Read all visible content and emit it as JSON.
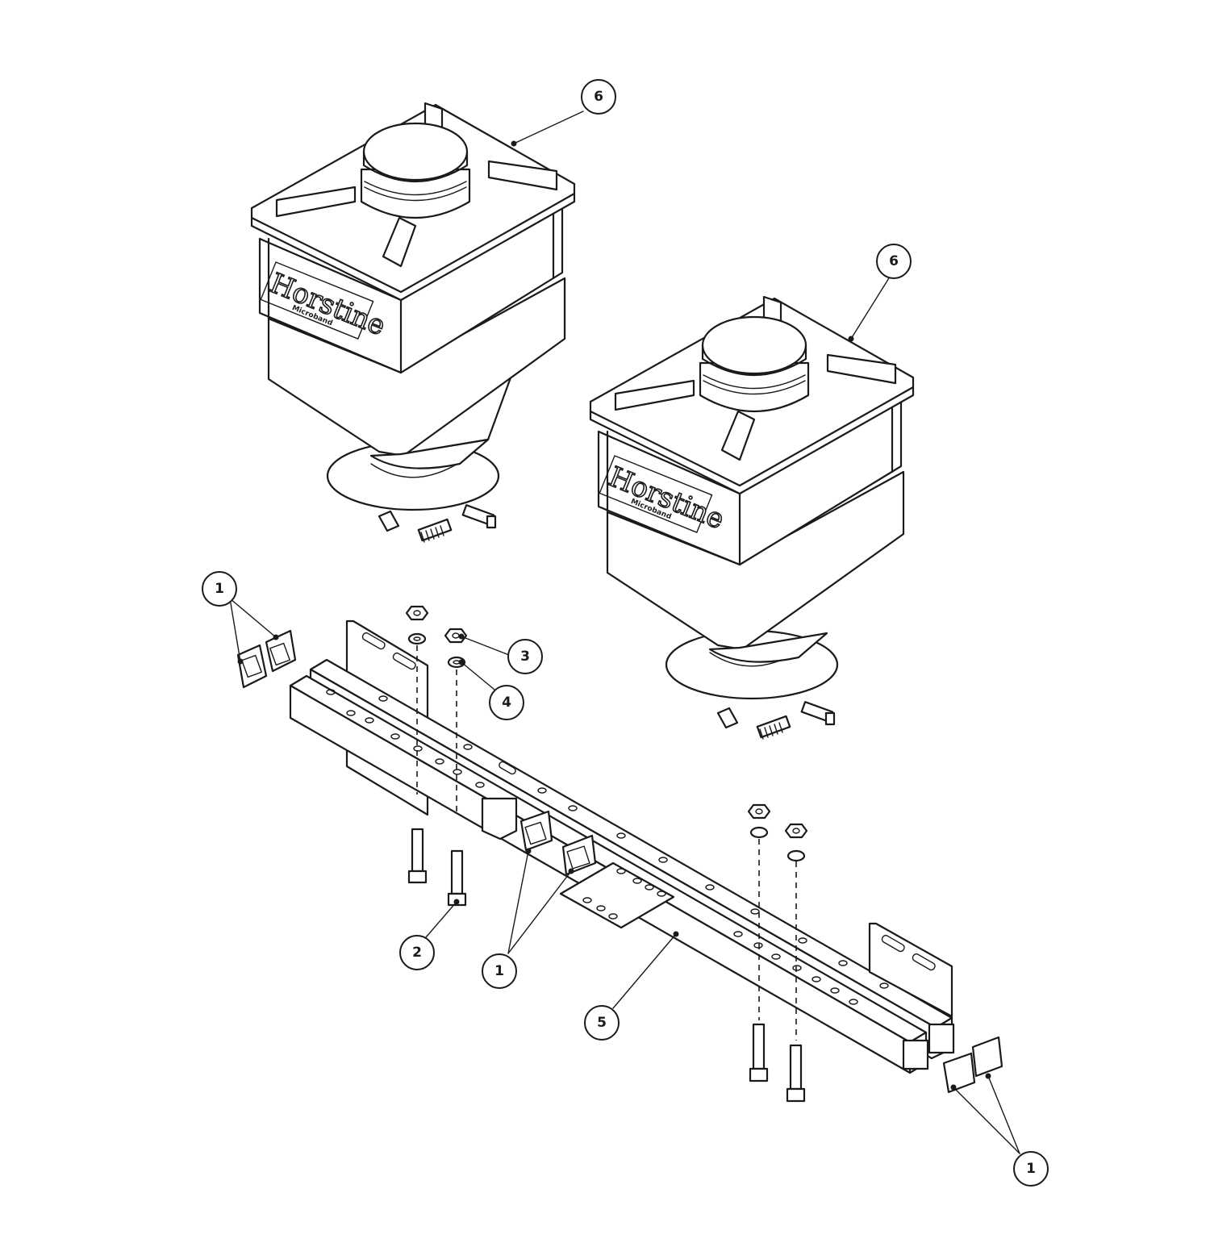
{
  "drawing": {
    "brand_logo_text": "Horstine",
    "brand_logo_subtext": "Microband"
  },
  "balloons": [
    {
      "id": "b-6-top",
      "label": "6"
    },
    {
      "id": "b-6-right",
      "label": "6"
    },
    {
      "id": "b-1-left",
      "label": "1"
    },
    {
      "id": "b-3",
      "label": "3"
    },
    {
      "id": "b-4",
      "label": "4"
    },
    {
      "id": "b-2",
      "label": "2"
    },
    {
      "id": "b-1-mid",
      "label": "1"
    },
    {
      "id": "b-5",
      "label": "5"
    },
    {
      "id": "b-1-right",
      "label": "1"
    }
  ]
}
